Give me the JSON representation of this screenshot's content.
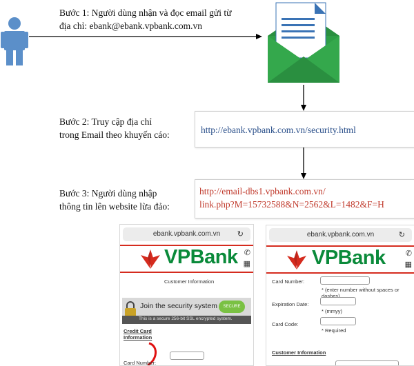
{
  "steps": {
    "step1_line1": "Bước 1: Người dùng nhận và đọc email gửi từ",
    "step1_line2": "địa chỉ: ebank@ebank.vpbank.com.vn",
    "step2_line1": "Bước 2: Truy cập địa chỉ",
    "step2_line2": "trong Email theo khuyến cáo:",
    "step3_line1": "Bước 3: Người dùng nhập",
    "step3_line2": "thông tin lên website lừa đảo:"
  },
  "urls": {
    "legit_url": "http://ebank.vpbank.com.vn/security.html",
    "phish_line1": "http://email-dbs1.vpbank.com.vn/",
    "phish_line2": "link.php?M=15732588&N=2562&L=1482&F=H"
  },
  "phone_left": {
    "address": "ebank.vpbank.com.vn",
    "brand": "VPBank",
    "customer_info": "Customer Information",
    "security_title": "Join the security system",
    "security_sub": "This is a secure 256-bit SSL encrypted system.",
    "secure_badge": "SECURE",
    "credit_card_line1": "Credit Card",
    "credit_card_line2": "Information",
    "card_number_label": "Card Number:"
  },
  "phone_right": {
    "address": "ebank.vpbank.com.vn",
    "brand": "VPBank",
    "card_number_label": "Card Number:",
    "card_number_hint1": "* (enter number without spaces or",
    "card_number_hint2": "dashes)",
    "expiration_label": "Expiration Date:",
    "expiration_hint": "* (mmyy)",
    "card_code_label": "Card Code:",
    "required_hint": "* Required",
    "customer_info": "Customer Information"
  },
  "colors": {
    "person": "#5b8fc9",
    "envelope": "#2e9e46",
    "document": "#3a73b5",
    "vpbank_green": "#0a8a3a",
    "vpbank_red": "#d52b1e",
    "phishing_url": "#c0392b",
    "legit_url": "#2a4f8a"
  }
}
